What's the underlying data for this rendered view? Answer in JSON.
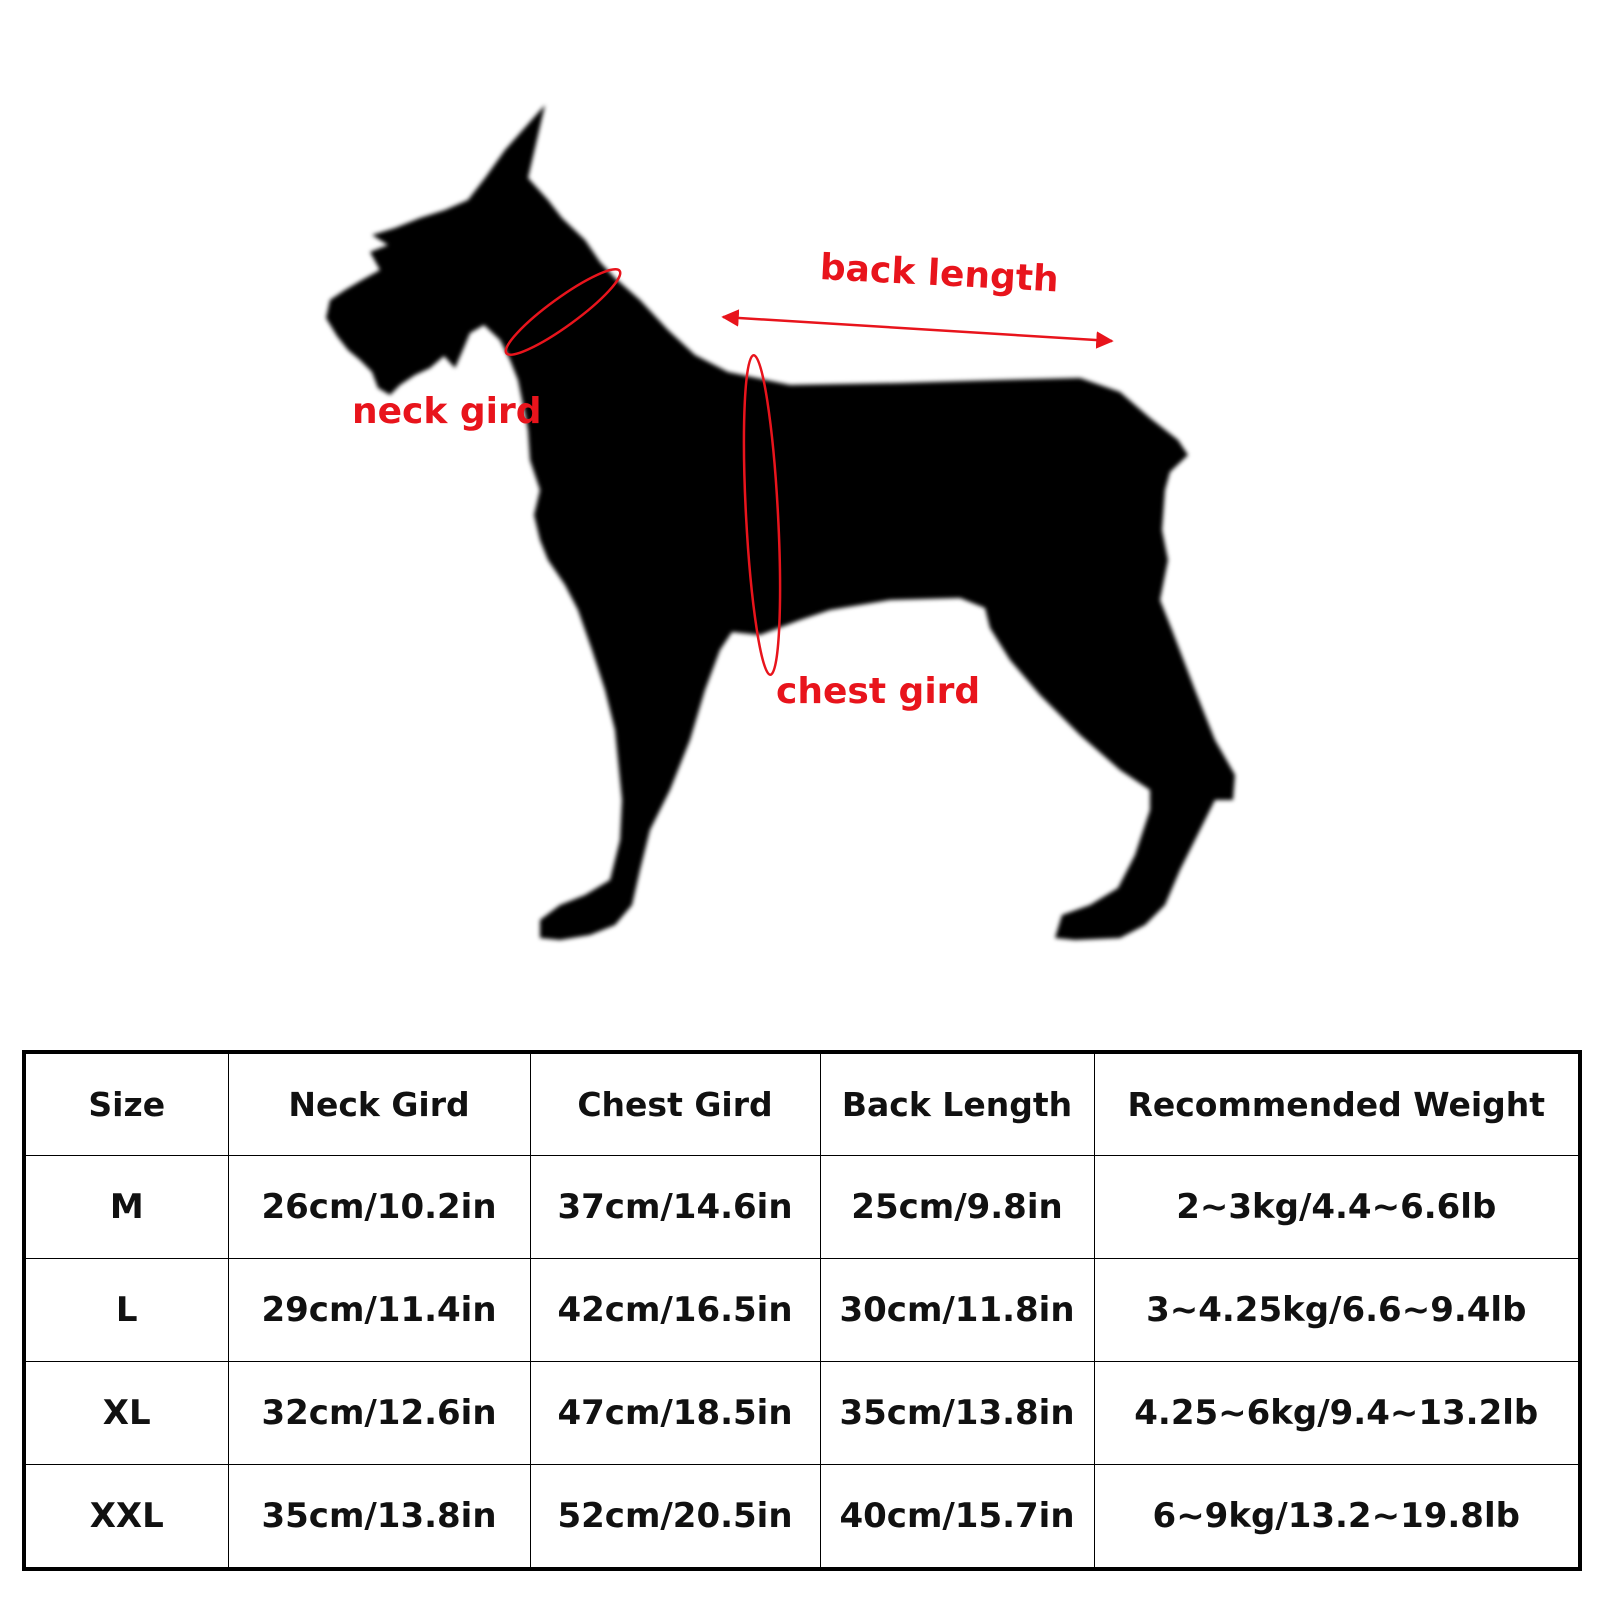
{
  "annotations": {
    "back_length": "back length",
    "neck_gird": "neck gird",
    "chest_gird": "chest gird",
    "color": "#e8141c"
  },
  "silhouette": {
    "color": "#000000"
  },
  "table": {
    "headers": [
      "Size",
      "Neck Gird",
      "Chest Gird",
      "Back Length",
      "Recommended Weight"
    ],
    "rows": [
      [
        "M",
        "26cm/10.2in",
        "37cm/14.6in",
        "25cm/9.8in",
        "2~3kg/4.4~6.6lb"
      ],
      [
        "L",
        "29cm/11.4in",
        "42cm/16.5in",
        "30cm/11.8in",
        "3~4.25kg/6.6~9.4lb"
      ],
      [
        "XL",
        "32cm/12.6in",
        "47cm/18.5in",
        "35cm/13.8in",
        "4.25~6kg/9.4~13.2lb"
      ],
      [
        "XXL",
        "35cm/13.8in",
        "52cm/20.5in",
        "40cm/15.7in",
        "6~9kg/13.2~19.8lb"
      ]
    ]
  }
}
